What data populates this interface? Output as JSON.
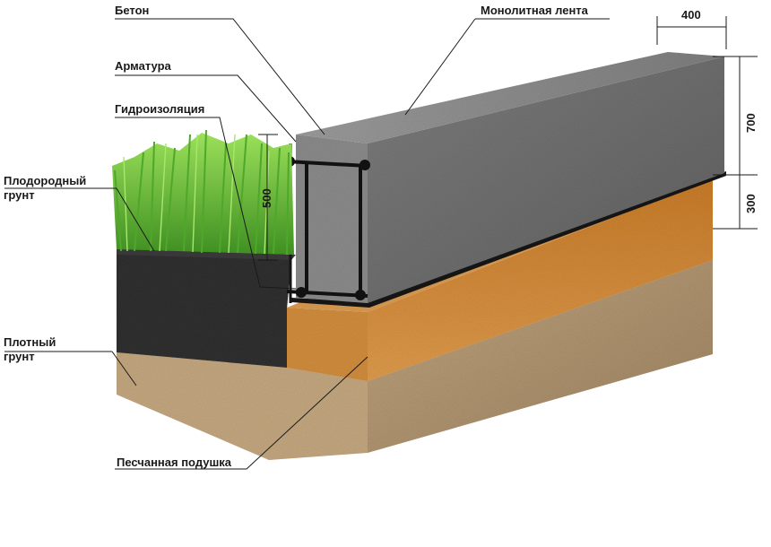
{
  "labels": {
    "concrete": "Бетон",
    "monolith_strip": "Монолитная лента",
    "rebar": "Арматура",
    "waterproofing": "Гидроизоляция",
    "fertile_soil_line1": "Плодородный",
    "fertile_soil_line2": "грунт",
    "dense_soil_line1": "Плотный",
    "dense_soil_line2": "грунт",
    "sand_cushion": "Песчанная подушка"
  },
  "dimensions": {
    "width": "400",
    "height_above": "700",
    "sand_height": "300",
    "depth": "500"
  },
  "colors": {
    "concrete": "#7a7a7a",
    "sand": "#d38a35",
    "dense_soil": "#b09470",
    "fertile_soil": "#2e2e2e",
    "grass": "#6cc23a"
  }
}
